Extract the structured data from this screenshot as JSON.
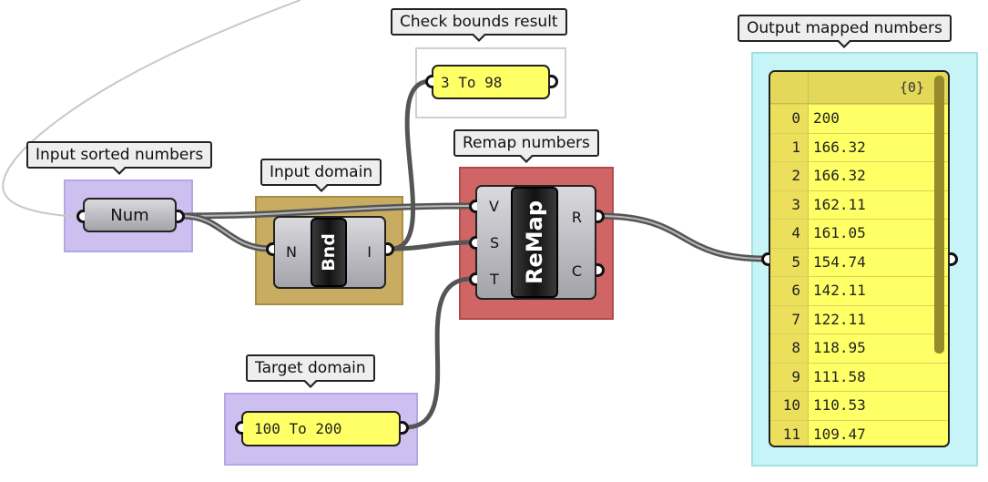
{
  "labels": {
    "input_sorted": "Input sorted numbers",
    "input_domain": "Input domain",
    "check_bounds": "Check bounds result",
    "remap": "Remap numbers",
    "target_domain": "Target domain",
    "output": "Output mapped numbers"
  },
  "components": {
    "num": {
      "name": "Num"
    },
    "bnd": {
      "name": "Bnd",
      "input": "N",
      "output": "I"
    },
    "remap": {
      "name": "ReMap",
      "inputs": [
        "V",
        "S",
        "T"
      ],
      "outputs": [
        "R",
        "C"
      ]
    }
  },
  "panels": {
    "check_bounds_value": "3 To 98",
    "target_domain_value": "100 To 200"
  },
  "output_list": {
    "path": "{0}",
    "rows": [
      {
        "index": "0",
        "value": "200"
      },
      {
        "index": "1",
        "value": "166.32"
      },
      {
        "index": "2",
        "value": "166.32"
      },
      {
        "index": "3",
        "value": "162.11"
      },
      {
        "index": "4",
        "value": "161.05"
      },
      {
        "index": "5",
        "value": "154.74"
      },
      {
        "index": "6",
        "value": "142.11"
      },
      {
        "index": "7",
        "value": "122.11"
      },
      {
        "index": "8",
        "value": "118.95"
      },
      {
        "index": "9",
        "value": "111.58"
      },
      {
        "index": "10",
        "value": "110.53"
      },
      {
        "index": "11",
        "value": "109.47"
      }
    ]
  },
  "colors": {
    "param_group": "#cdbff0",
    "domain_group": "#c8ac62",
    "remap_group": "#d06565",
    "output_group": "#c7f4f6",
    "panel": "#ffff66",
    "wire": "#555555"
  }
}
